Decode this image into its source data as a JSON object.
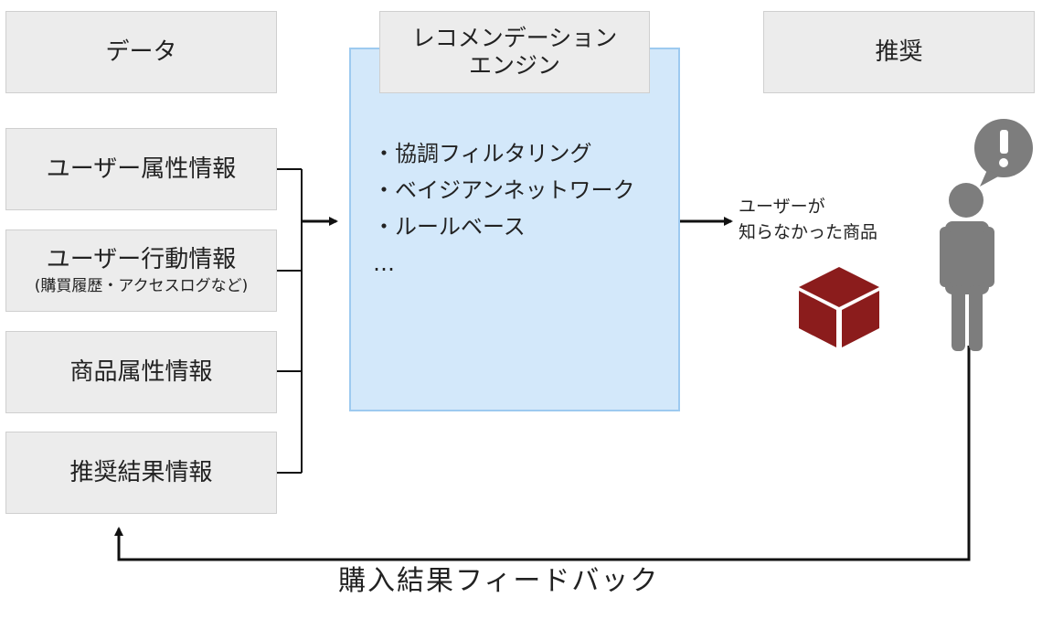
{
  "headers": {
    "data": "データ",
    "engine_line1": "レコメンデーション",
    "engine_line2": "エンジン",
    "recommend": "推奨"
  },
  "sources": [
    {
      "label": "ユーザー属性情報",
      "sub": ""
    },
    {
      "label": "ユーザー行動情報",
      "sub": "(購買履歴・アクセスログなど)"
    },
    {
      "label": "商品属性情報",
      "sub": ""
    },
    {
      "label": "推奨結果情報",
      "sub": ""
    }
  ],
  "engine": {
    "methods": [
      "・協調フィルタリング",
      "・ベイジアンネットワーク",
      "・ルールベース",
      "…"
    ]
  },
  "output": {
    "line1": "ユーザーが",
    "line2": "知らなかった商品"
  },
  "feedback": "購入結果フィードバック",
  "colors": {
    "box_fill": "#ececec",
    "engine_fill": "#d3e8fa",
    "engine_border": "#9dcaf0",
    "product_box": "#8b1c1c",
    "person": "#7d7d7d"
  },
  "icons": {
    "product": "product-box-icon",
    "person": "person-icon",
    "exclamation": "exclamation-speech-bubble-icon"
  }
}
